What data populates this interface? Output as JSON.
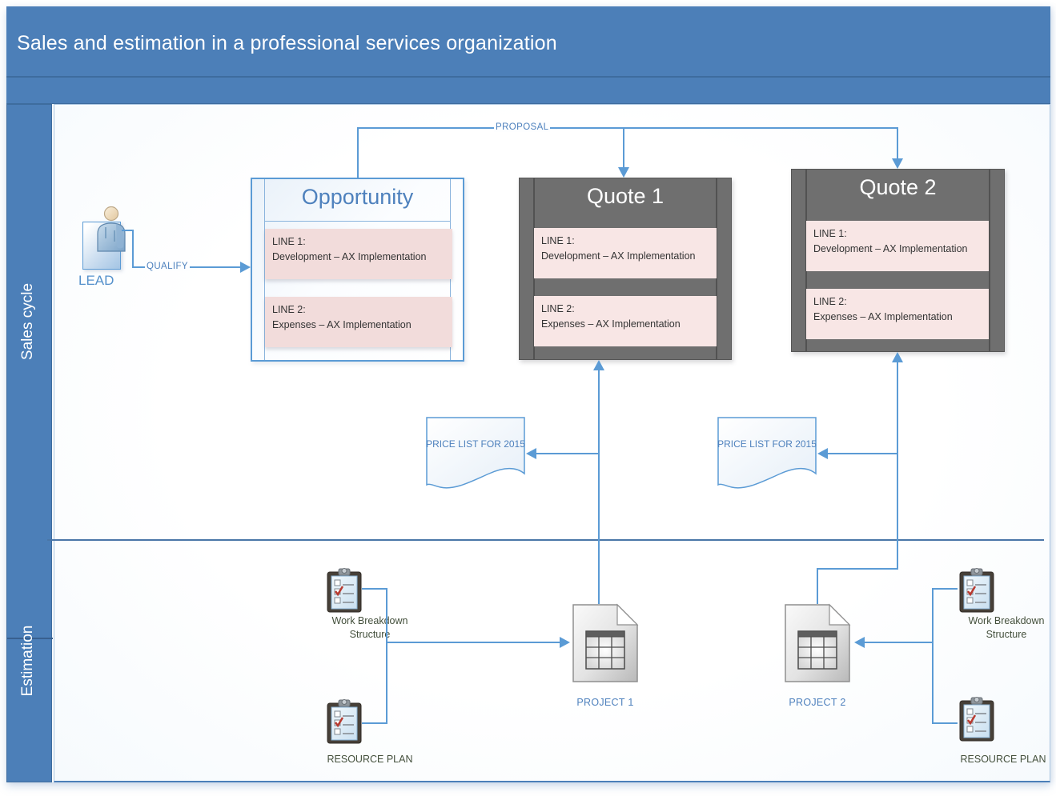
{
  "title": "Sales and estimation in a professional services organization",
  "lanes": {
    "sales": "Sales cycle",
    "estimation": "Estimation"
  },
  "lead": {
    "label": "LEAD"
  },
  "connectors": {
    "qualify": "QUALIFY",
    "proposal": "PROPOSAL"
  },
  "opportunity": {
    "title": "Opportunity",
    "line1_heading": "LINE 1:",
    "line1_text": "Development – AX Implementation",
    "line2_heading": "LINE 2:",
    "line2_text": "Expenses – AX Implementation"
  },
  "quote1": {
    "title": "Quote 1",
    "line1_heading": "LINE 1:",
    "line1_text": "Development – AX Implementation",
    "line2_heading": "LINE 2:",
    "line2_text": "Expenses – AX Implementation"
  },
  "quote2": {
    "title": "Quote 2",
    "line1_heading": "LINE 1:",
    "line1_text": "Development – AX Implementation",
    "line2_heading": "LINE 2:",
    "line2_text": "Expenses – AX Implementation"
  },
  "price_list1": {
    "label": "PRICE LIST FOR 2015"
  },
  "price_list2": {
    "label": "PRICE LIST FOR 2015"
  },
  "estimation": {
    "wbs_left": "Work Breakdown Structure",
    "resource_plan_left": "RESOURCE PLAN",
    "project1": "PROJECT 1",
    "project2": "PROJECT 2",
    "wbs_right": "Work Breakdown Structure",
    "resource_plan_right": "RESOURCE PLAN"
  },
  "icons": {
    "lead": "person-icon",
    "work_breakdown_structure": "clipboard-checklist-icon",
    "resource_plan": "clipboard-checklist-icon",
    "project": "spreadsheet-document-icon",
    "price_list": "wavy-document-shape"
  },
  "colors": {
    "header_blue": "#4c7fb8",
    "connector_blue": "#5b9bd5",
    "blue_text": "#4e81bd",
    "quote_gray": "#6f6f6f",
    "opportunity_line_item_pink": "#f2dcdb",
    "quote_line_item_pink": "#f8e6e5"
  }
}
